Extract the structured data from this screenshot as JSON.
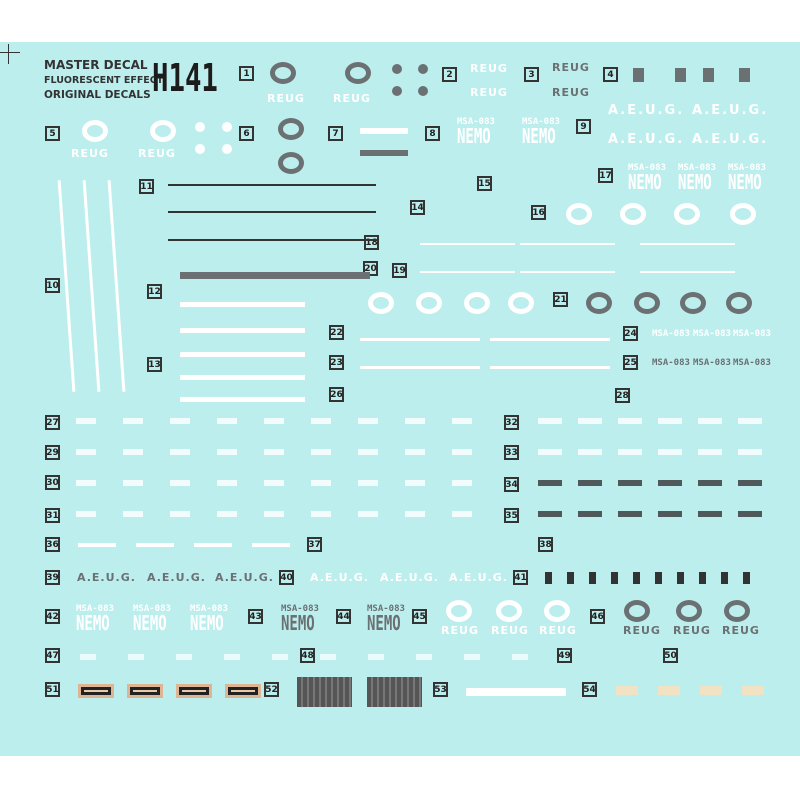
{
  "header": {
    "line1": "MASTER DECAL",
    "line2": "FLUORESCENT EFFECT",
    "line3": "ORIGINAL DECALS",
    "code": "H141"
  },
  "texts": {
    "reug": "REUG",
    "aeug": "A.E.U.G.",
    "msa": "MSA-083",
    "nemo": "NEMO"
  },
  "colors": {
    "sheet": "#bdeeee",
    "grey": "#6b7173",
    "white": "#ffffff"
  },
  "numbers": [
    "1",
    "2",
    "3",
    "4",
    "5",
    "6",
    "7",
    "8",
    "9",
    "10",
    "11",
    "12",
    "13",
    "14",
    "15",
    "16",
    "17",
    "18",
    "19",
    "20",
    "21",
    "22",
    "23",
    "24",
    "25",
    "26",
    "27",
    "28",
    "29",
    "30",
    "31",
    "32",
    "33",
    "34",
    "35",
    "36",
    "37",
    "38",
    "39",
    "40",
    "41",
    "42",
    "43",
    "44",
    "45",
    "46",
    "47",
    "48",
    "49",
    "50",
    "51",
    "52",
    "53",
    "54"
  ]
}
